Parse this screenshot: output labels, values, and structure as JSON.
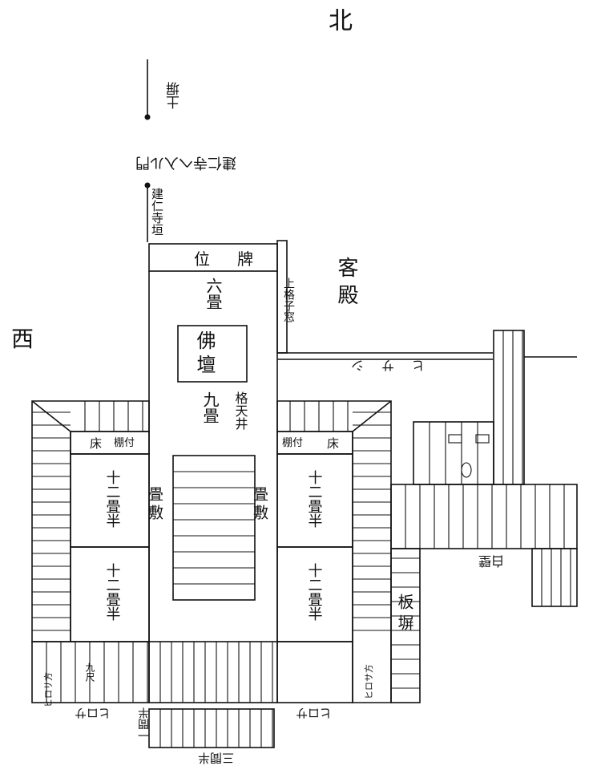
{
  "compass": {
    "north": "北",
    "west": "西"
  },
  "labels": {
    "earthen_wall": "土塀",
    "gate_to_kenninji": "建仁寺へ入ル門",
    "kenninji_wall": "建仁寺垣",
    "mortuary_tablet": "位牌",
    "guest_hall": "客殿",
    "upper_lattice_window": "上格子窓",
    "six_mats": "六畳",
    "buddhist_altar": "佛壇",
    "eaves": "ヒサシ",
    "coffered_ceiling": "格天井",
    "nine_mats": "九畳",
    "alcove_west": "床",
    "shelf_west": "棚付",
    "shelf_east": "棚付",
    "alcove_east": "床",
    "tatami_west": "畳敷",
    "tatami_east": "畳敷",
    "twelve_half_nw": "十二畳半",
    "twelve_half_ne": "十二畳半",
    "twelve_half_sw": "十二畳半",
    "twelve_half_se": "十二畳半",
    "white_wall": "白壁",
    "board_fence": "板塀",
    "nine_shaku": "九尺",
    "dimension_left": "ヒロサ",
    "dimension_right": "ヒロサ",
    "one_ken_half": "一間半",
    "three_ken_half": "三間半",
    "corner_left": "ヒロサ方",
    "corner_right": "ヒロサ方"
  }
}
